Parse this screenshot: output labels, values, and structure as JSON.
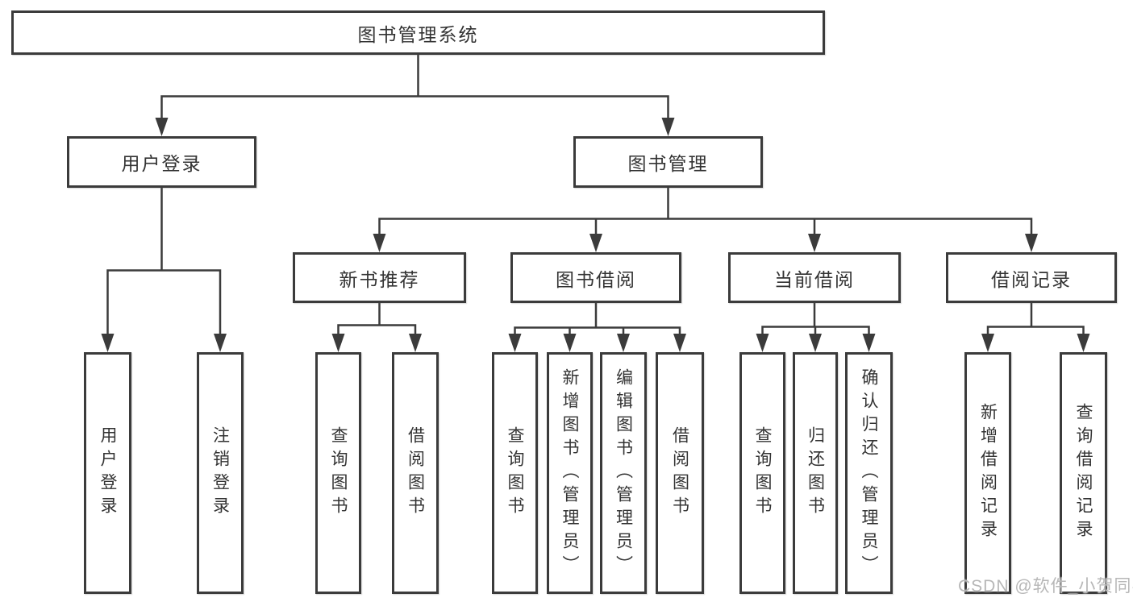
{
  "nodes": {
    "root": "图书管理系统",
    "level2": {
      "user_login": "用户登录",
      "book_mgmt": "图书管理"
    },
    "level3": {
      "new_books": "新书推荐",
      "borrowing": "图书借阅",
      "current": "当前借阅",
      "records": "借阅记录"
    },
    "leaves": {
      "user_login_1": "用户登录",
      "user_login_2": "注销登录",
      "new_books_1": "查询图书",
      "new_books_2": "借阅图书",
      "borrowing_1": "查询图书",
      "borrowing_2": "新增图书（管理员）",
      "borrowing_3": "编辑图书（管理员）",
      "borrowing_4": "借阅图书",
      "current_1": "查询图书",
      "current_2": "归还图书",
      "current_3": "确认归还（管理员）",
      "records_1": "新增借阅记录",
      "records_2": "查询借阅记录"
    }
  },
  "watermark": "CSDN @软件_小贺同学",
  "colors": {
    "line": "#3b3b3b",
    "text": "#333333",
    "watermark": "#b7b7b7",
    "background": "#ffffff"
  }
}
